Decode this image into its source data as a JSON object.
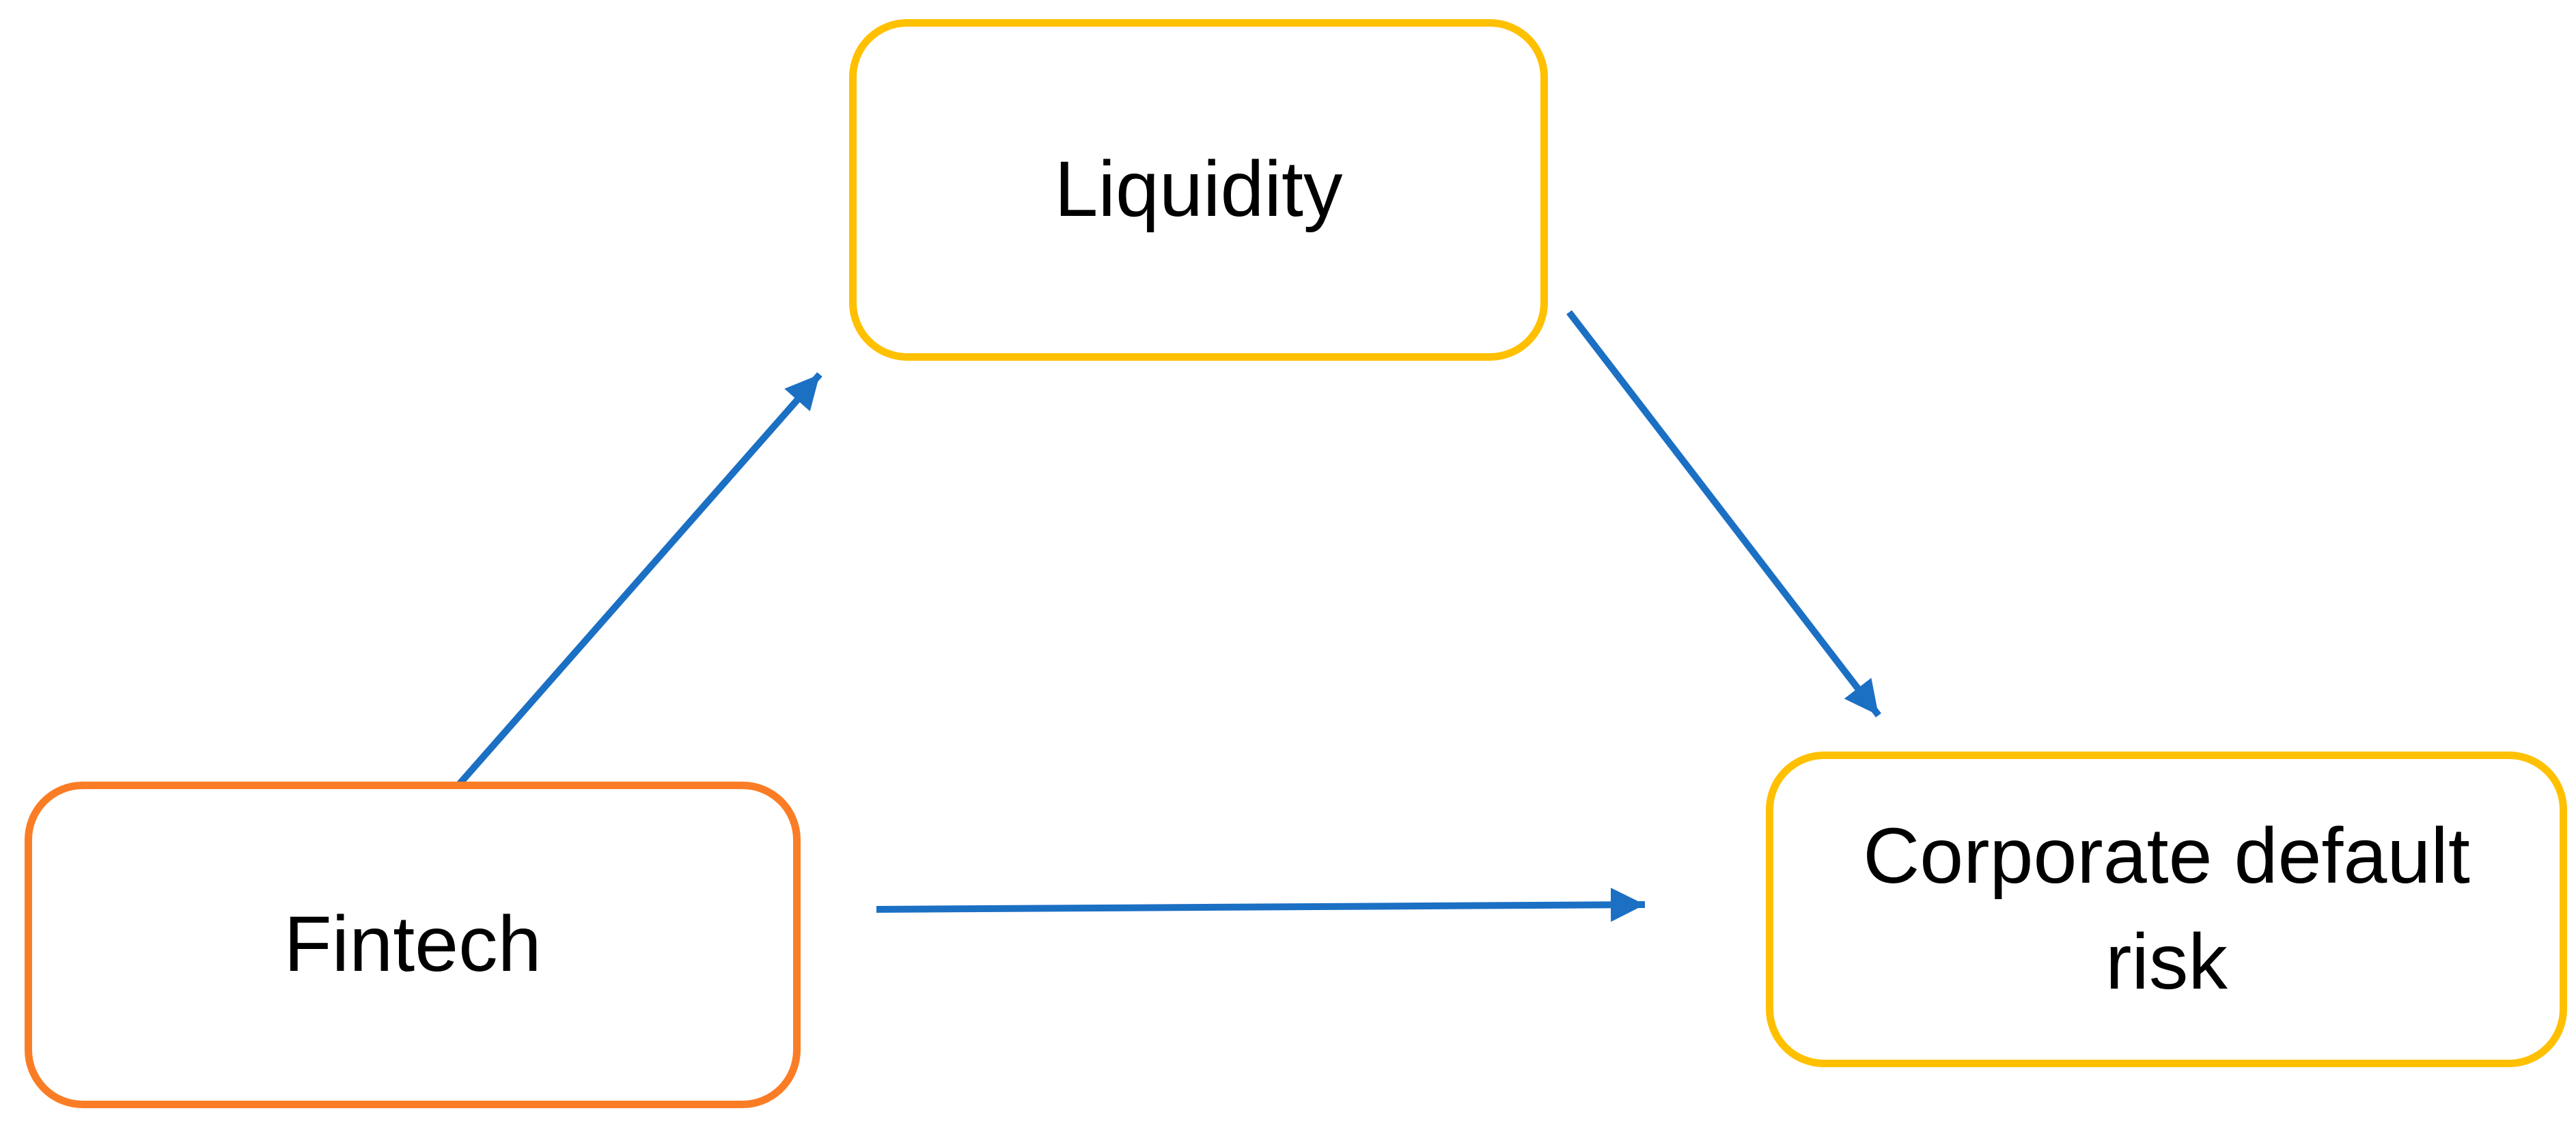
{
  "diagram": {
    "arrow_color": "#1B70C4",
    "nodes": [
      {
        "id": "liquidity",
        "label": "Liquidity",
        "border_color": "#FFC000"
      },
      {
        "id": "fintech",
        "label": "Fintech",
        "border_color": "#FA7D26"
      },
      {
        "id": "corporate-default-risk",
        "label": "Corporate default risk",
        "border_color": "#FFC000"
      }
    ],
    "edges": [
      {
        "from": "Fintech",
        "to": "Liquidity"
      },
      {
        "from": "Liquidity",
        "to": "Corporate default risk"
      },
      {
        "from": "Fintech",
        "to": "Corporate default risk"
      }
    ]
  }
}
